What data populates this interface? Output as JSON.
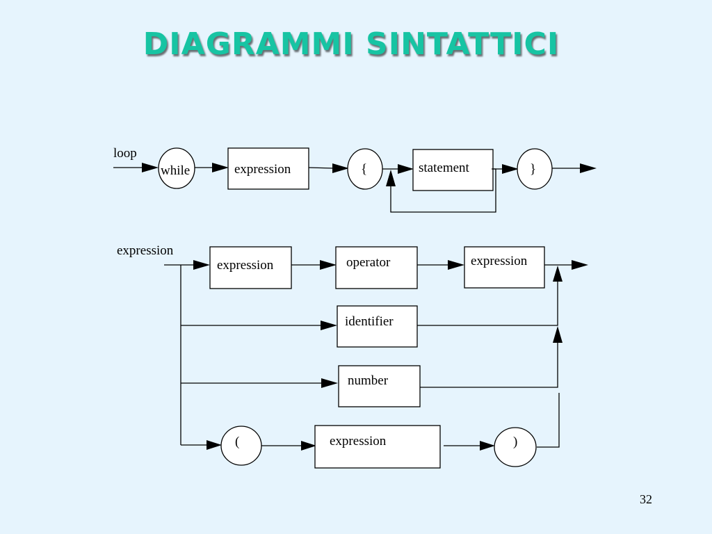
{
  "slide": {
    "title": "DIAGRAMMI SINTATTICI",
    "page_number": "32"
  },
  "loop_diagram": {
    "name": "loop",
    "nodes": {
      "while": "while",
      "expression": "expression",
      "open_brace": "{",
      "statement": "statement",
      "close_brace": "}"
    }
  },
  "expression_diagram": {
    "name": "expression",
    "nodes": {
      "expression_left": "expression",
      "operator": "operator",
      "expression_right": "expression",
      "identifier": "identifier",
      "number": "number",
      "open_paren": "(",
      "expression_paren": "expression",
      "close_paren": ")"
    }
  }
}
